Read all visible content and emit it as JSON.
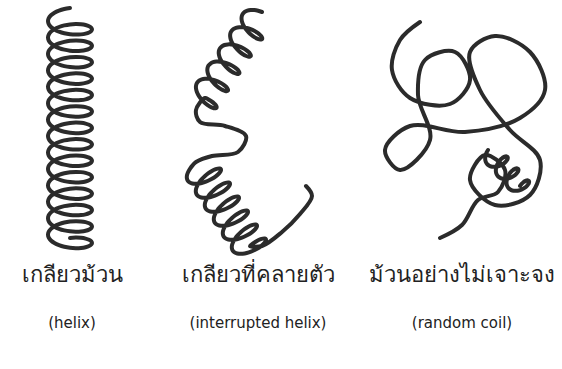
{
  "diagram": {
    "labels": [
      "เกลียวม้วน",
      "(helix)",
      "เกลียวที่คลายตัว",
      "(interrupted helix)",
      "ม้วนอย่างไม่เจาะจง",
      "(random coil)"
    ]
  }
}
